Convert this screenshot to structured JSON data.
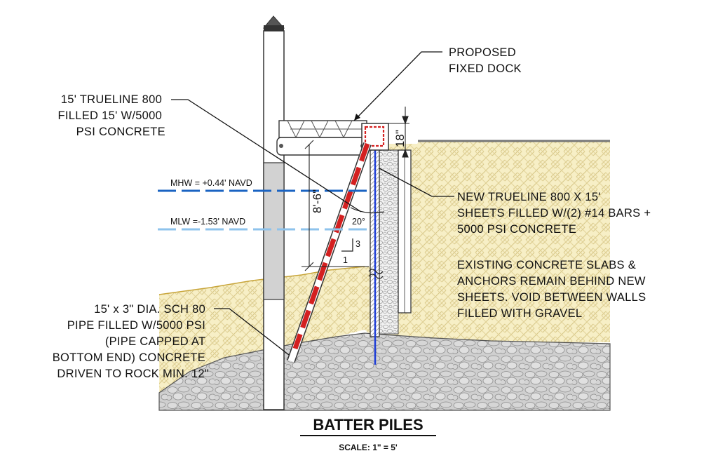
{
  "title": "BATTER PILES",
  "scale": "SCALE: 1\" = 5'",
  "water_levels": {
    "mhw": {
      "label": "MHW = +0.44' NAVD",
      "color": "#1a63c2"
    },
    "mlw": {
      "label": "MLW =-1.53' NAVD",
      "color": "#8ec3ec"
    }
  },
  "callouts": {
    "proposed_dock": [
      "PROPOSED",
      "FIXED DOCK"
    ],
    "trueline_800": [
      "15' TRUELINE 800",
      "FILLED 15' W/5000",
      "PSI CONCRETE"
    ],
    "new_sheets": [
      "NEW TRUELINE 800 X 15'",
      "SHEETS FILLED W/(2) #14 BARS +",
      "5000 PSI CONCRETE"
    ],
    "existing_slabs": [
      "EXISTING CONCRETE SLABS &",
      "ANCHORS REMAIN BEHIND NEW",
      "SHEETS. VOID BETWEEN WALLS",
      "FILLED WITH GRAVEL"
    ],
    "batter_pipe": [
      "15' x 3\" DIA. SCH 80",
      "PIPE FILLED W/5000 PSI",
      "(PIPE CAPPED AT",
      "BOTTOM END) CONCRETE",
      "DRIVEN TO ROCK MIN. 12\""
    ]
  },
  "dimensions": {
    "height": "8'-6\"",
    "cap": "18\"",
    "angle": "20°",
    "slope_rise": "3",
    "slope_run": "1"
  },
  "colors": {
    "soil": "#f7efc6",
    "soil_hatch": "#d9c98a",
    "rock": "#c9c9c9",
    "rebar": "#d42020",
    "bar": "#1f3ed6"
  }
}
